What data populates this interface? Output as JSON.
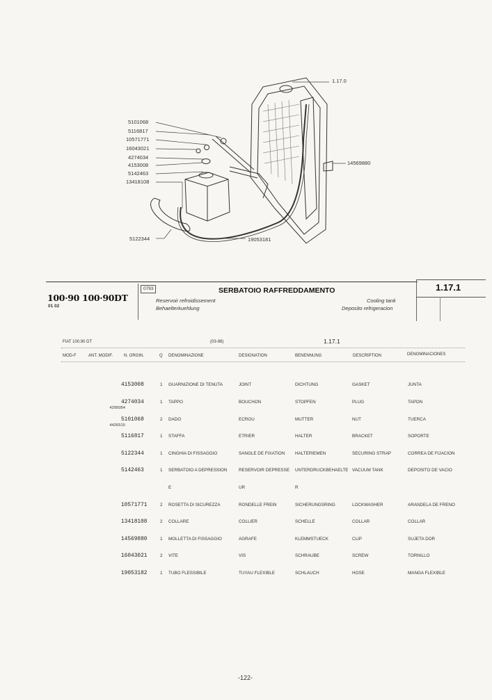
{
  "diagram": {
    "callouts_left": [
      "5101068",
      "5116817",
      "10571771",
      "16043021",
      "4274034",
      "4153008",
      "5142463",
      "13418108"
    ],
    "callout_bottom_left": "5122344",
    "callout_bottom": "19053181",
    "callout_top": "1.17.0",
    "callout_right": "14569880"
  },
  "header": {
    "model": "100·90 100·90DT",
    "model_sub": "01 02",
    "code": "0793",
    "title_it": "SERBATOIO RAFFREDDAMENTO",
    "title_fr": "Reservoir refroidissement",
    "title_de": "Behaelterkuehlung",
    "title_en": "Cooling tank",
    "title_es": "Deposito refrigeracion",
    "section": "1.17.1"
  },
  "table": {
    "meta_left": "FIAT 100.90 DT",
    "meta_mid": "(03-98)",
    "meta_section": "1.17.1",
    "columns": [
      "MOD-F",
      "ANT. MODIF.",
      "N. ORGIN.",
      "Q",
      "DENOMINAZIONE",
      "DESIGNATION",
      "BENENNUNG",
      "DESCRIPTION",
      "DENOMINACIONES"
    ],
    "prev": [
      "",
      "",
      "",
      "",
      "4295054",
      "4426515",
      "",
      "",
      "",
      "",
      "",
      "",
      ""
    ],
    "part": [
      "4153008",
      "4274034",
      "5101068",
      "5116817",
      "5122344",
      "5142463",
      "",
      "10571771",
      "13418108",
      "14569880",
      "16043021",
      "19053182",
      ""
    ],
    "qty": [
      "1",
      "1",
      "2",
      "1",
      "1",
      "1",
      "",
      "2",
      "2",
      "1",
      "2",
      "1",
      ""
    ],
    "it": [
      "GUARNIZIONE DI TENUTA",
      "TAPPO",
      "DADO",
      "STAFFA",
      "CINGHIA DI FISSAGGIO",
      "SERBATOIO A DEPRESSION",
      "E",
      "ROSETTA DI SICUREZZA",
      "COLLARE",
      "MOLLETTA DI FISSAGGIO",
      "VITE",
      "TUBO FLESSIBILE",
      ""
    ],
    "fr": [
      "JOINT",
      "BOUCHON",
      "ECROU",
      "ETRIER",
      "SANGLE DE FIXATION",
      "RESERVOIR DEPRESSE",
      "UR",
      "RONDELLE FREIN",
      "COLLIER",
      "AGRAFE",
      "VIS",
      "TUYAU FLEXIBLE",
      ""
    ],
    "de": [
      "DICHTUNG",
      "STOPFEN",
      "MUTTER",
      "HALTER",
      "HALTERIEMEN",
      "UNTERDRUCKBEHAELTE",
      "R",
      "SICHERUNGSRING",
      "SCHELLE",
      "KLEMMSTUECK",
      "SCHRAUBE",
      "SCHLAUCH",
      ""
    ],
    "en": [
      "GASKET",
      "PLUG",
      "NUT",
      "BRACKET",
      "SECURING STRAP",
      "VACUUM TANK",
      "",
      "LOCKWASHER",
      "COLLAR",
      "CLIP",
      "SCREW",
      "HOSE",
      ""
    ],
    "es": [
      "JUNTA",
      "TAPON",
      "TUERCA",
      "SOPORTE",
      "CORREA DE FIJACION",
      "DEPOSITO DE VACIO",
      "",
      "ARANDELA DE FRENO",
      "COLLAR",
      "SUJETA DOR",
      "TORNILLO",
      "MANGA FLEXIBLE",
      ""
    ]
  },
  "footer": {
    "page": "-122-"
  }
}
